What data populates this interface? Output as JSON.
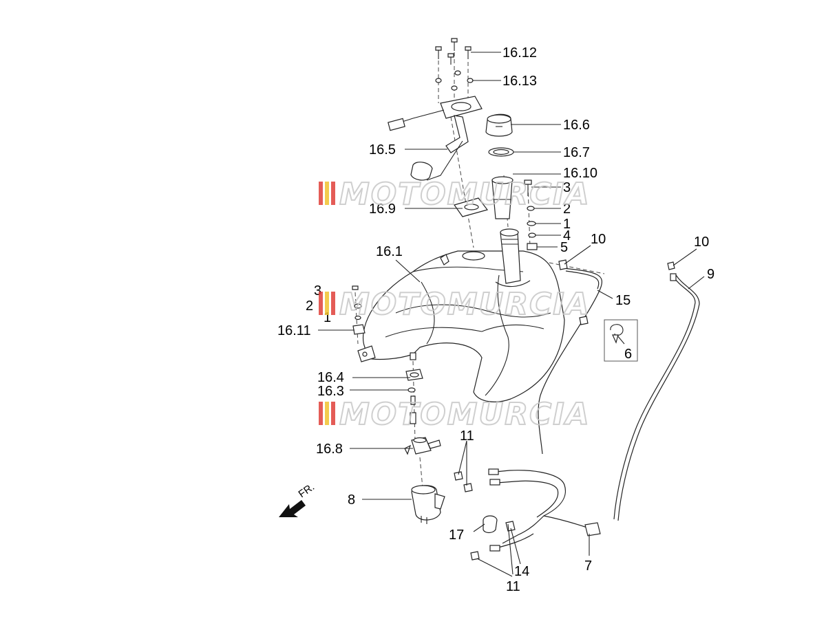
{
  "callouts": {
    "c16_12": "16.12",
    "c16_13": "16.13",
    "c16_6": "16.6",
    "c16_5": "16.5",
    "c16_7": "16.7",
    "c16_10": "16.10",
    "c3_top": "3",
    "c2_top": "2",
    "c1_top": "1",
    "c4_top": "4",
    "c5_top": "5",
    "c16_9": "16.9",
    "c10_mid": "10",
    "c10_right": "10",
    "c9": "9",
    "c16_1": "16.1",
    "c15": "15",
    "c3_left": "3",
    "c2_left": "2",
    "c1_left": "1",
    "c16_11": "16.11",
    "c6": "6",
    "c16_4": "16.4",
    "c16_3": "16.3",
    "c11_upper": "11",
    "c16_8": "16.8",
    "c8": "8",
    "c17": "17",
    "c14": "14",
    "c7": "7",
    "c11_lower": "11"
  },
  "front_indicator": "FR.",
  "watermark": "MOTOMURCIA",
  "colors": {
    "line": "#222222",
    "watermark_stripe_red": "#e0403a",
    "watermark_stripe_yellow": "#f2c230",
    "watermark_text": "#c7c7c7"
  }
}
